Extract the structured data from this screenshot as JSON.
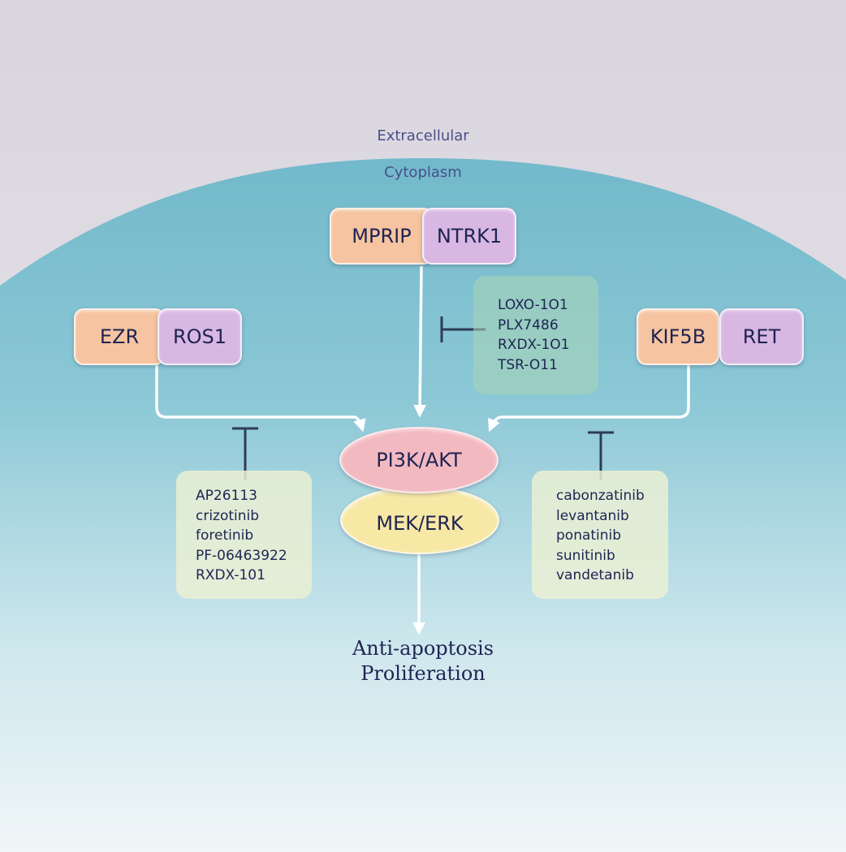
{
  "regions": {
    "extracellular": "Extracellular",
    "cytoplasm": "Cytoplasm"
  },
  "fusions": {
    "center": {
      "left": "MPRIP",
      "right": "NTRK1"
    },
    "left": {
      "left": "EZR",
      "right": "ROS1"
    },
    "right": {
      "left": "KIF5B",
      "right": "RET"
    }
  },
  "pathway": {
    "node1": "PI3K/AKT",
    "node2": "MEK/ERK"
  },
  "inhibitors": {
    "ntrk1": [
      "LOXO-1O1",
      "PLX7486",
      "RXDX-1O1",
      "TSR-O11"
    ],
    "ros1": [
      "AP26113",
      "crizotinib",
      "foretinib",
      "PF-06463922",
      "RXDX-101"
    ],
    "ret": [
      "cabonzatinib",
      "levantanib",
      "ponatinib",
      "sunitinib",
      "vandetanib"
    ]
  },
  "outcome": {
    "line1": "Anti-apoptosis",
    "line2": "Proliferation"
  },
  "colors": {
    "extracellular_bg": "#e4e1e7",
    "cytoplasm_top": "#74bccd",
    "cytoplasm_bottom": "#f1f6f8",
    "partner_gene": "#f6c4a0",
    "kinase_gene": "#d8b7e3",
    "pi3k_node": "#f3b9c1",
    "mek_node": "#f7e8a6",
    "inhibitor_line": "#2f3b55",
    "arrow": "#ffffff"
  }
}
